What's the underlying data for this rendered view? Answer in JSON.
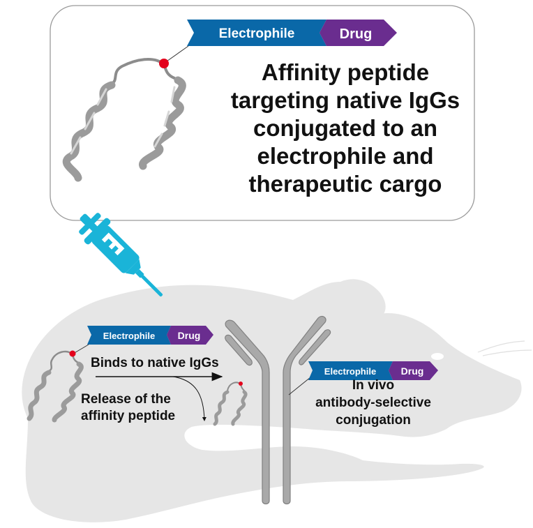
{
  "colors": {
    "electrophile": "#0a68a8",
    "drug": "#6a2d8f",
    "syringe": "#1ab4d8",
    "mouse": "#e6e6e6",
    "antibody": "#a9a9a9",
    "reactive_site": "#e3001b",
    "peptide": "#9a9a9a",
    "box_border": "#9a9a9a"
  },
  "top_panel": {
    "tag": {
      "electrophile": "Electrophile",
      "drug": "Drug"
    },
    "title_lines": [
      "Affinity peptide",
      "targeting native IgGs",
      "conjugated to an",
      "electrophile and",
      "therapeutic cargo"
    ]
  },
  "injection": {
    "icon": "syringe-icon"
  },
  "mouse_panel": {
    "peptide_tag": {
      "electrophile": "Electrophile",
      "drug": "Drug"
    },
    "binds_label": "Binds to native IgGs",
    "release_lines": [
      "Release of the",
      "affinity peptide"
    ],
    "antibody_tag": {
      "electrophile": "Electrophile",
      "drug": "Drug"
    },
    "result_lines": [
      "In vivo",
      "antibody-selective",
      "conjugation"
    ]
  }
}
